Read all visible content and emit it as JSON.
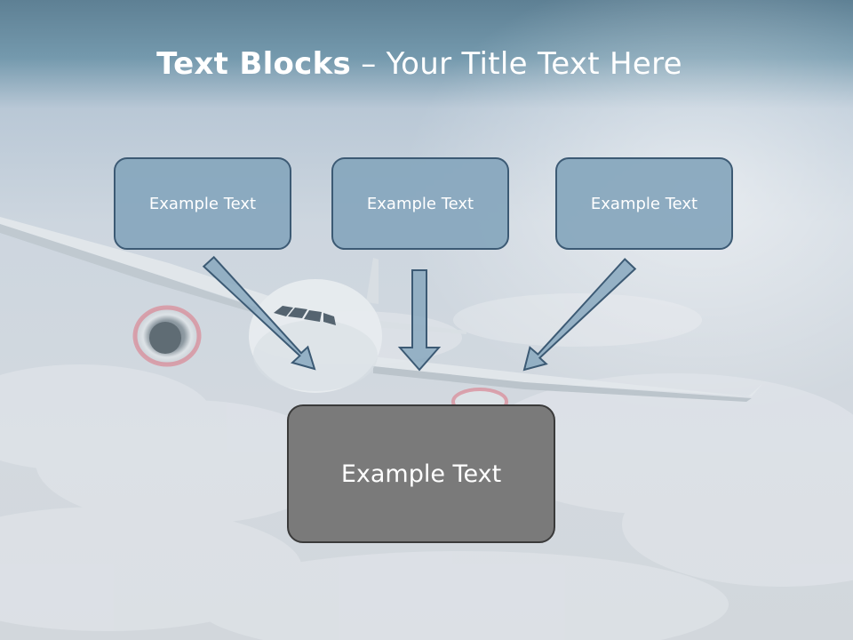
{
  "title": {
    "bold": "Text Blocks",
    "rest": " – Your Title Text Here"
  },
  "blocks": {
    "top_left": "Example Text",
    "top_center": "Example Text",
    "top_right": "Example Text",
    "bottom": "Example Text"
  },
  "colors": {
    "top_box_fill": "#88a8be",
    "top_box_border": "#3c5a74",
    "bottom_box_fill": "#7a7a7a",
    "bottom_box_border": "#3a3a3a",
    "arrow_fill": "#88a8be",
    "arrow_border": "#3c5a74"
  }
}
